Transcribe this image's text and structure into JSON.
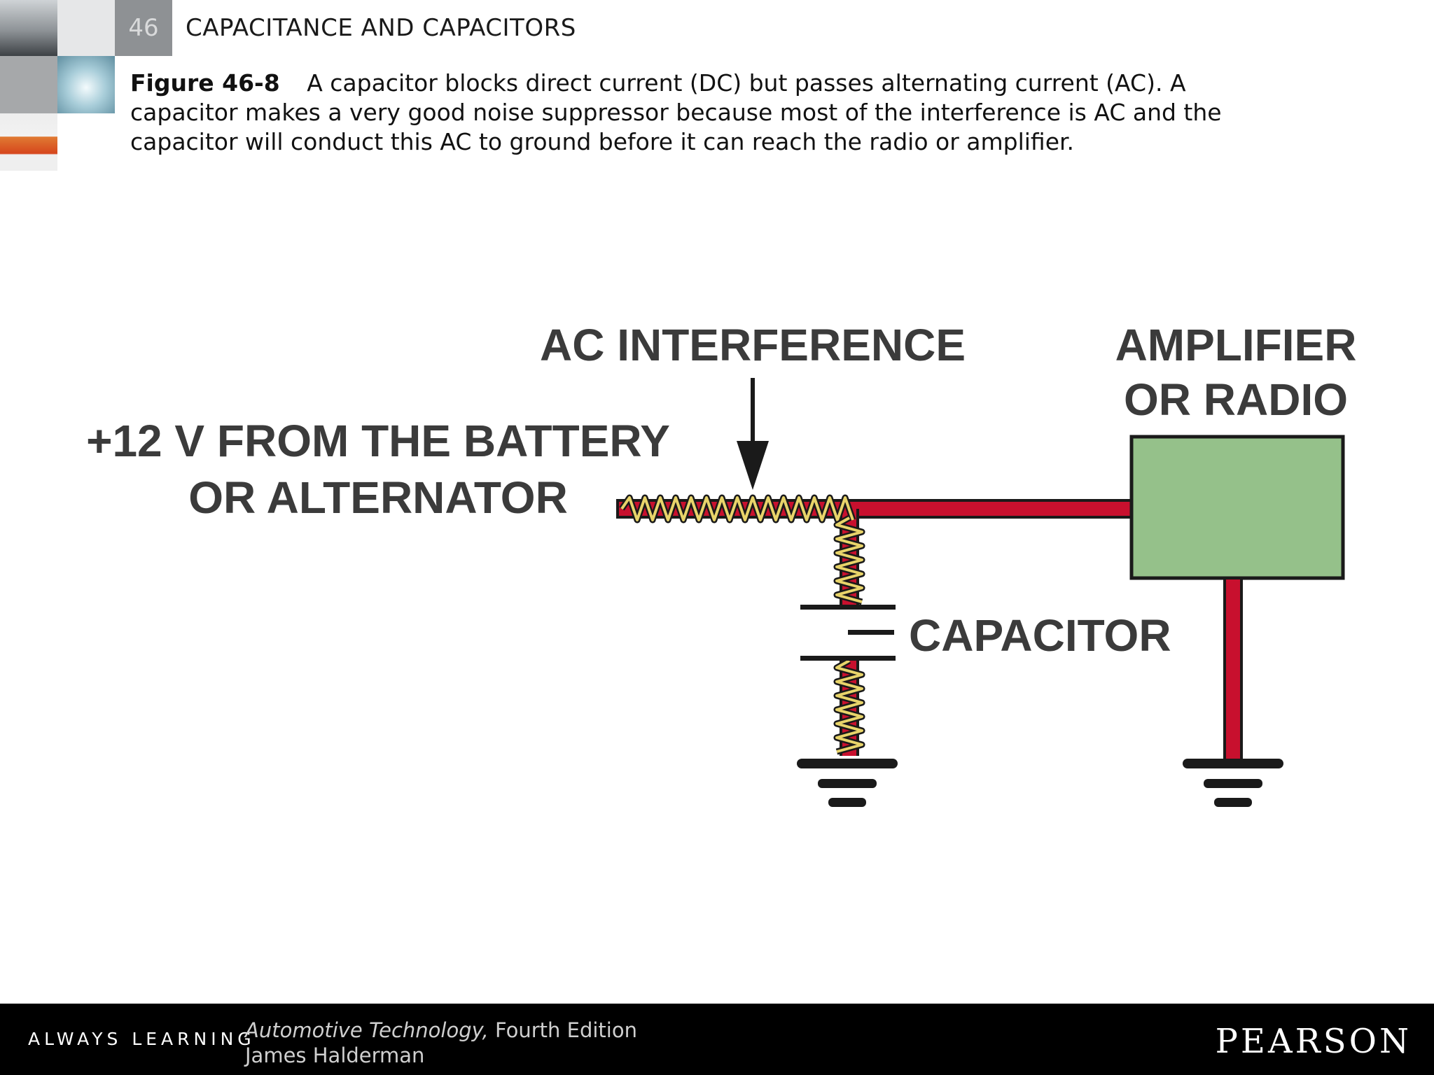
{
  "header": {
    "chapter_number": "46",
    "chapter_title": "CAPACITANCE AND CAPACITORS"
  },
  "caption": {
    "figure_label": "Figure 46-8",
    "text": "A capacitor blocks direct current (DC) but passes alternating current (AC). A capacitor makes a very good noise suppressor because most of the interference is AC and the capacitor will conduct this AC to ground before it can reach the radio or amplifier."
  },
  "diagram": {
    "label_ac_interference": "AC INTERFERENCE",
    "label_amplifier_line1": "AMPLIFIER",
    "label_amplifier_line2": "OR RADIO",
    "label_battery_line1": "+12 V FROM THE BATTERY",
    "label_battery_line2": "OR ALTERNATOR",
    "label_capacitor": "CAPACITOR",
    "colors": {
      "wire": "#c8102e",
      "interference": "#e8d46a",
      "amplifier_box": "#95c18a",
      "outline": "#1a1a1a"
    }
  },
  "footer": {
    "always_learning": "ALWAYS LEARNING",
    "book_title": "Automotive Technology,",
    "edition": "Fourth Edition",
    "author": "James Halderman",
    "publisher": "PEARSON"
  }
}
